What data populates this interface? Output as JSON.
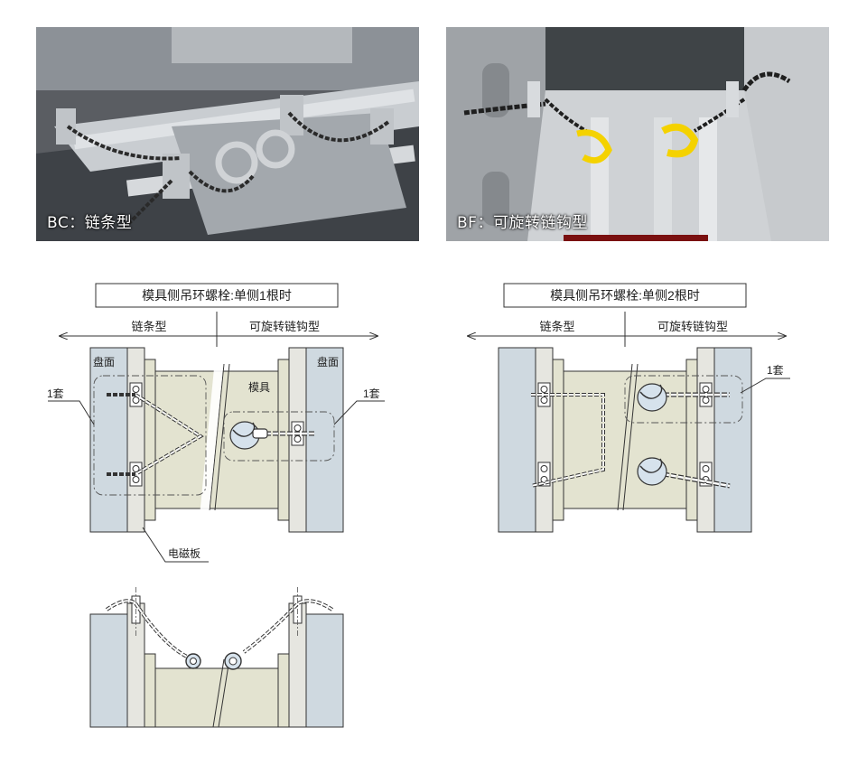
{
  "photos": {
    "left_caption": "BC：链条型",
    "right_caption": "BF：可旋转链钩型"
  },
  "diagram_left": {
    "title": "模具侧吊环螺栓:单侧1根时",
    "section_left": "链条型",
    "section_right": "可旋转链钩型",
    "platen_left": "盘面",
    "platen_right": "盘面",
    "mold": "模具",
    "set_left": "1套",
    "set_right": "1套",
    "magnetic_plate": "电磁板"
  },
  "diagram_right": {
    "title": "模具侧吊环螺栓:单侧2根时",
    "section_left": "链条型",
    "section_right": "可旋转链钩型",
    "set": "1套"
  },
  "colors": {
    "platen": "#cfd9e0",
    "mold": "#e3e3d0",
    "plate": "#e6e6e0",
    "line": "#333333"
  }
}
